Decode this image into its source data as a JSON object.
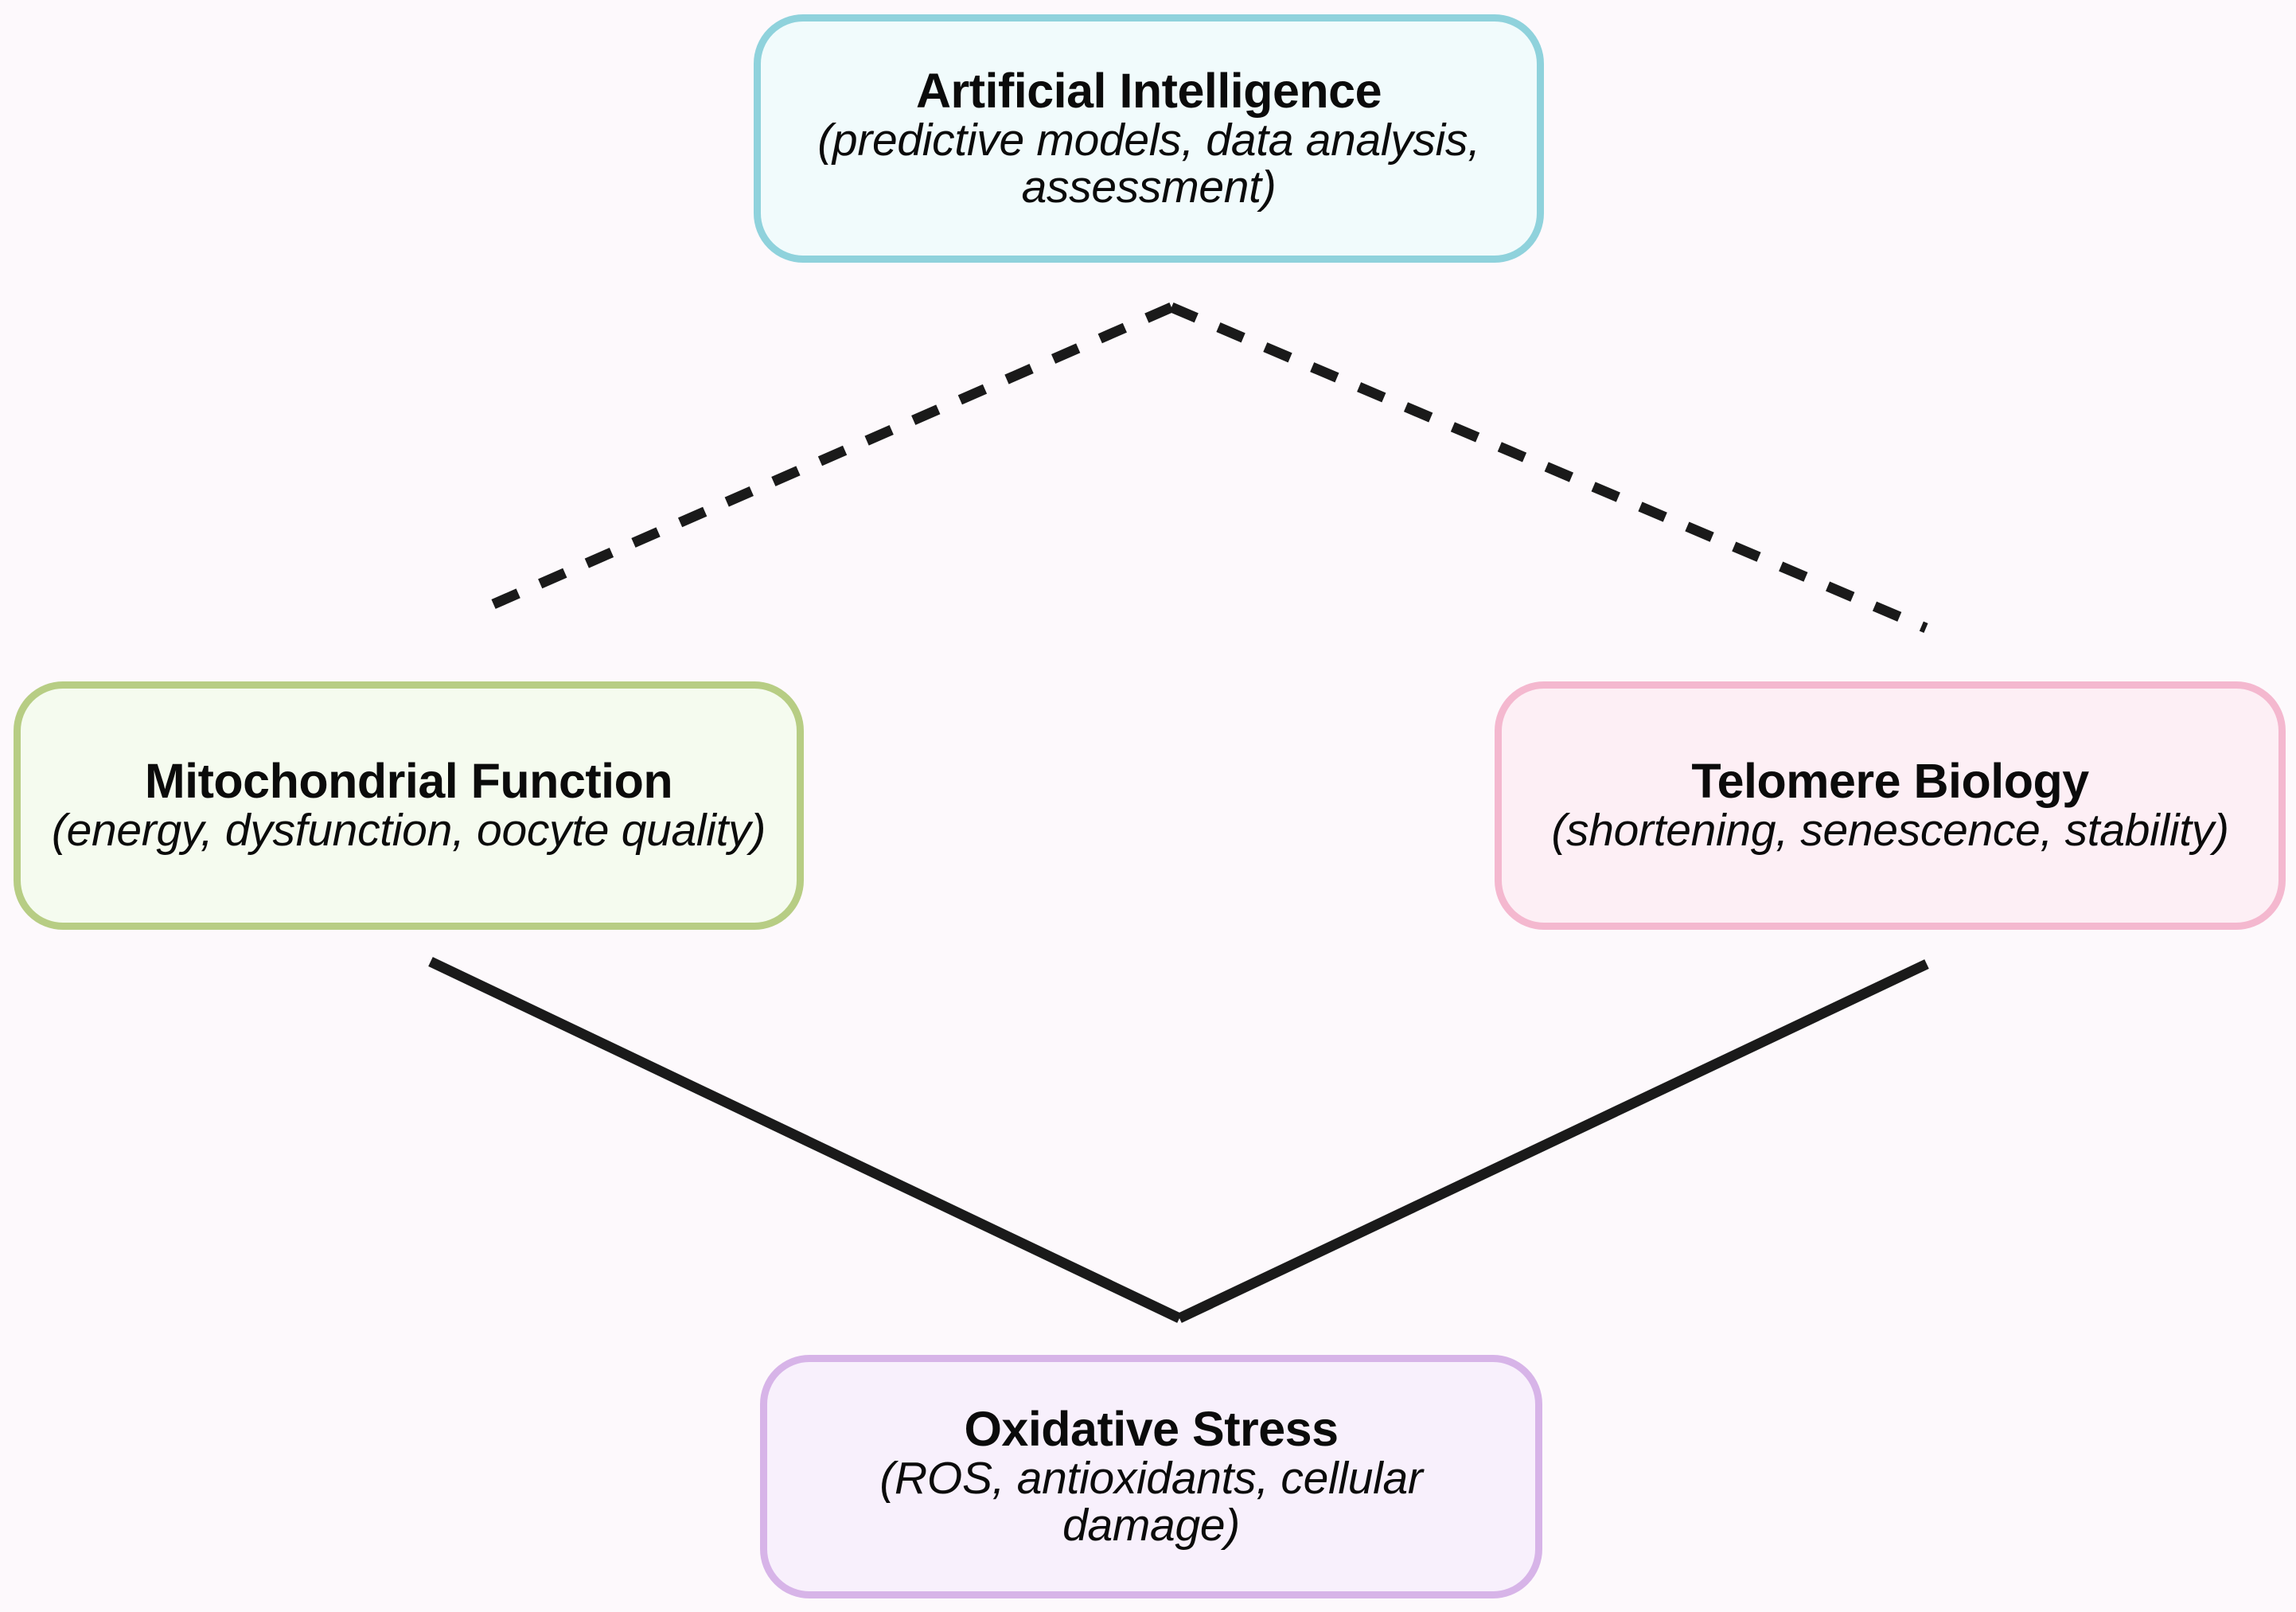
{
  "figure": {
    "type": "concept-relationship-diagram",
    "background_color": "#fdf9fc"
  },
  "nodes": [
    {
      "id": "artificial-intelligence",
      "title": "Artificial Intelligence",
      "subtitle": "(predictive models, data analysis, assessment)",
      "fill_color": "#f1fbfc",
      "border_color": "#8fd2dc",
      "position": "top"
    },
    {
      "id": "mitochondrial-function",
      "title": "Mitochondrial Function",
      "subtitle": "(energy, dysfunction, oocyte quality)",
      "fill_color": "#f5fbef",
      "border_color": "#b7cd84",
      "position": "left"
    },
    {
      "id": "telomere-biology",
      "title": "Telomere Biology",
      "subtitle": "(shortening, senescence, stability)",
      "fill_color": "#fdeff5",
      "border_color": "#f4b8cf",
      "position": "right"
    },
    {
      "id": "oxidative-stress",
      "title": "Oxidative Stress",
      "subtitle": "(ROS, antioxidants, cellular damage)",
      "fill_color": "#f8f0fc",
      "border_color": "#d7b4e8",
      "position": "bottom"
    }
  ],
  "connectors": [
    {
      "id": "ai-to-mitochondrial",
      "from": "artificial-intelligence",
      "to": "mitochondrial-function",
      "style": "dashed",
      "color": "#1a1a1a",
      "label": ""
    },
    {
      "id": "ai-to-telomere",
      "from": "artificial-intelligence",
      "to": "telomere-biology",
      "style": "dashed",
      "color": "#1a1a1a",
      "label": ""
    },
    {
      "id": "mitochondrial-to-oxidative",
      "from": "mitochondrial-function",
      "to": "oxidative-stress",
      "style": "solid",
      "color": "#1a1a1a",
      "label": ""
    },
    {
      "id": "telomere-to-oxidative",
      "from": "telomere-biology",
      "to": "oxidative-stress",
      "style": "solid",
      "color": "#1a1a1a",
      "label": ""
    }
  ]
}
